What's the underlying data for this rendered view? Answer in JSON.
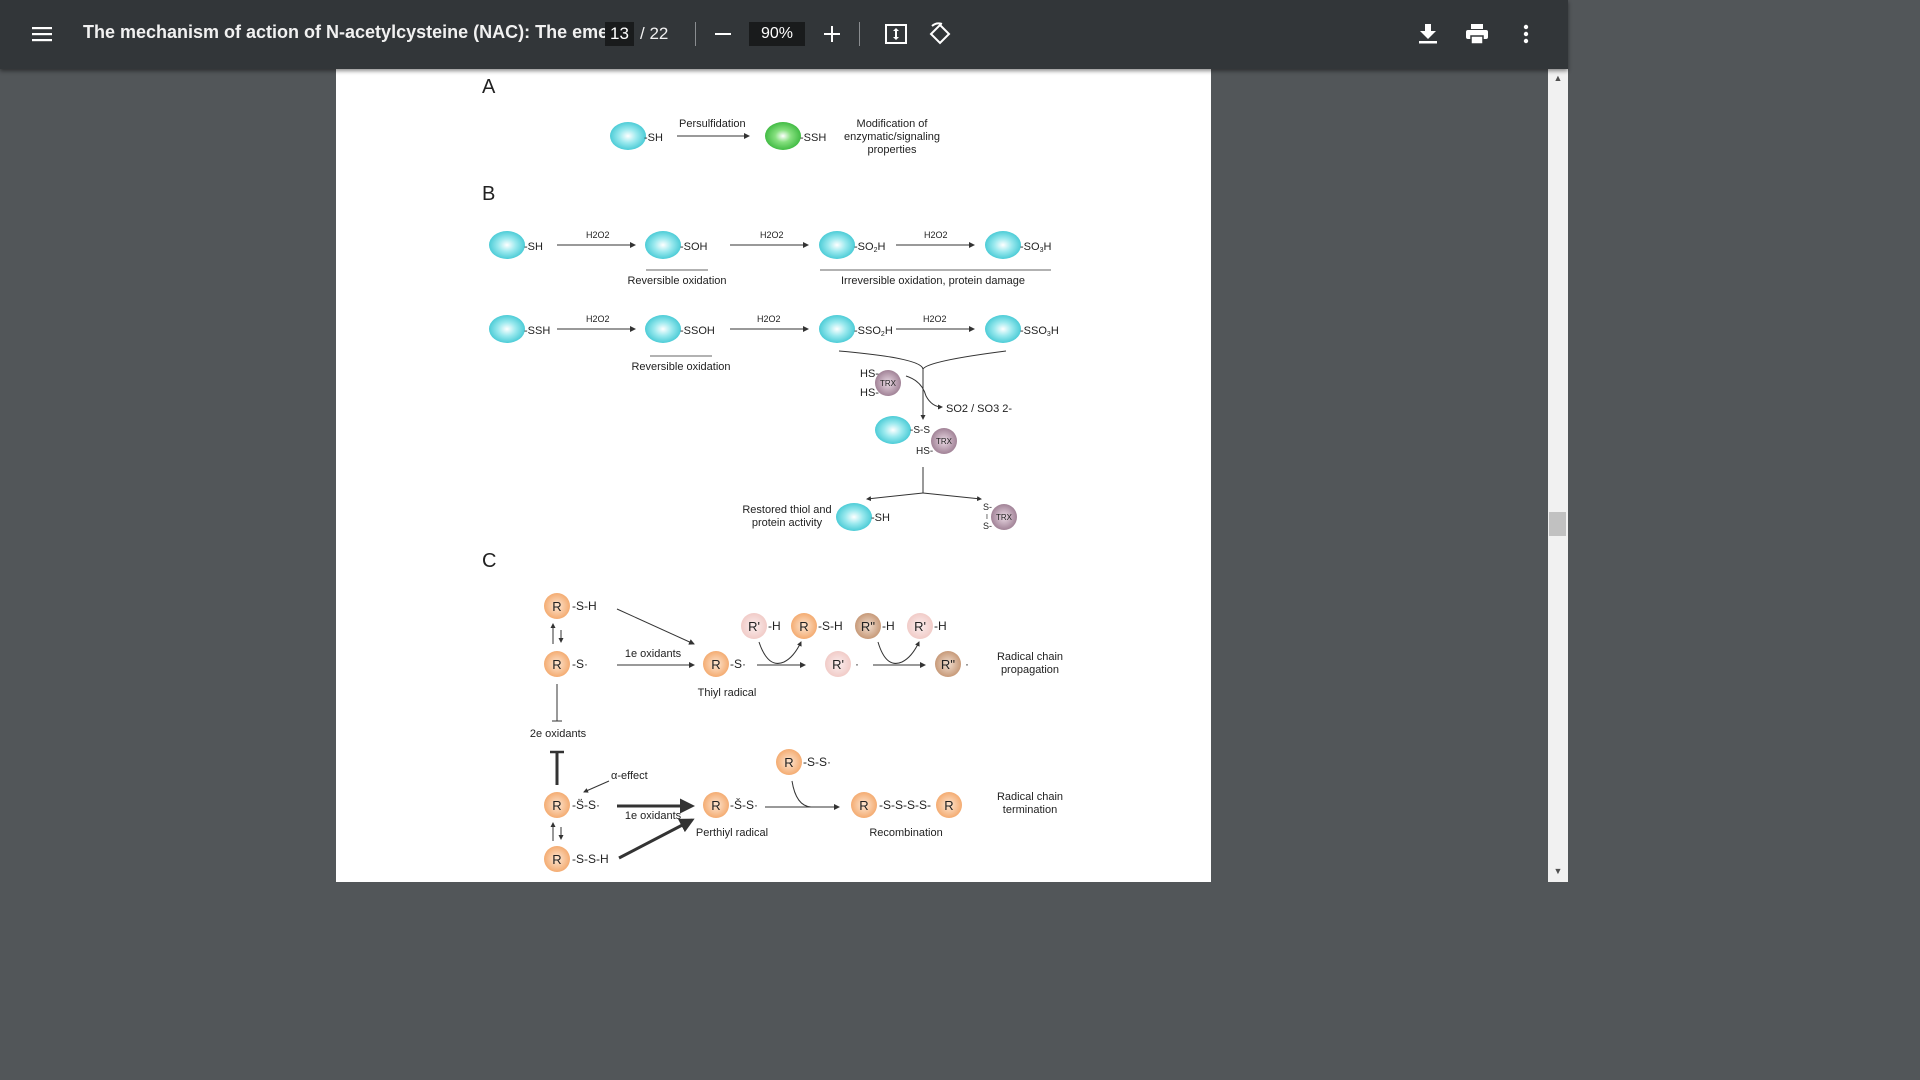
{
  "toolbar": {
    "title": "The mechanism of action of N-acetylcysteine (NAC): The emer...",
    "page_current": "13",
    "page_sep": "/",
    "page_total": "22",
    "zoom": "90%"
  },
  "figure": {
    "panel_a": "A",
    "panel_b": "B",
    "panel_c": "C",
    "a": {
      "sh": "-SH",
      "persulfidation": "Persulfidation",
      "ssh": "-SSH",
      "mod1": "Modification of",
      "mod2": "enzymatic/signaling",
      "mod3": "properties"
    },
    "b": {
      "sh": "-SH",
      "soh": "-SOH",
      "so2h_a": "-SO",
      "so2h_b": "2",
      "so2h_c": "H",
      "so3h_a": "-SO",
      "so3h_b": "3",
      "so3h_c": "H",
      "h2o2": "H2O2",
      "rev1": "Reversible oxidation",
      "irrev": "Irreversible oxidation, protein damage",
      "ssh": "-SSH",
      "ssoh": "-SSOH",
      "sso2h_a": "-SSO",
      "sso2h_b": "2",
      "sso2h_c": "H",
      "sso3h_a": "-SSO",
      "sso3h_b": "3",
      "sso3h_c": "H",
      "rev2": "Reversible oxidation",
      "hs1": "HS-",
      "hs2": "HS-",
      "trx": "TRX",
      "so_products": "SO2 / SO3 2-",
      "ss": "-S-S",
      "hs3": "HS-",
      "restored1": "Restored thiol and",
      "restored2": "protein activity",
      "sh_restored": "-SH",
      "s_top": "S-",
      "s_mid": "I",
      "s_bot": "S-"
    },
    "c": {
      "r": "R",
      "r_prime": "R'",
      "r_dprime": "R''",
      "s_h": "-S-H",
      "s_rad": "-S·",
      "h": "-H",
      "dot": "·",
      "e1_oxidants": "1e oxidants",
      "thiyl": "Thiyl radical",
      "propagation1": "Radical chain",
      "propagation2": "propagation",
      "e2_oxidants": "2e oxidants",
      "alpha": "α-effect",
      "ss_rad": "-S̈-S·",
      "ss_rad2": "-Š-S·",
      "e1_oxidants_2": "1e oxidants",
      "perthiyl": "Perthiyl radical",
      "rss": "-S-S·",
      "ssss": "-S-S-S-S-",
      "recomb": "Recombination",
      "termination1": "Radical chain",
      "termination2": "termination",
      "ssh": "-S-S-H"
    }
  },
  "colors": {
    "toolbar": "#323639",
    "background": "#525659",
    "cyan": "#5fd3dc",
    "green": "#4cc64f",
    "orange": "#f5b07a",
    "trx": "#a07f95"
  }
}
